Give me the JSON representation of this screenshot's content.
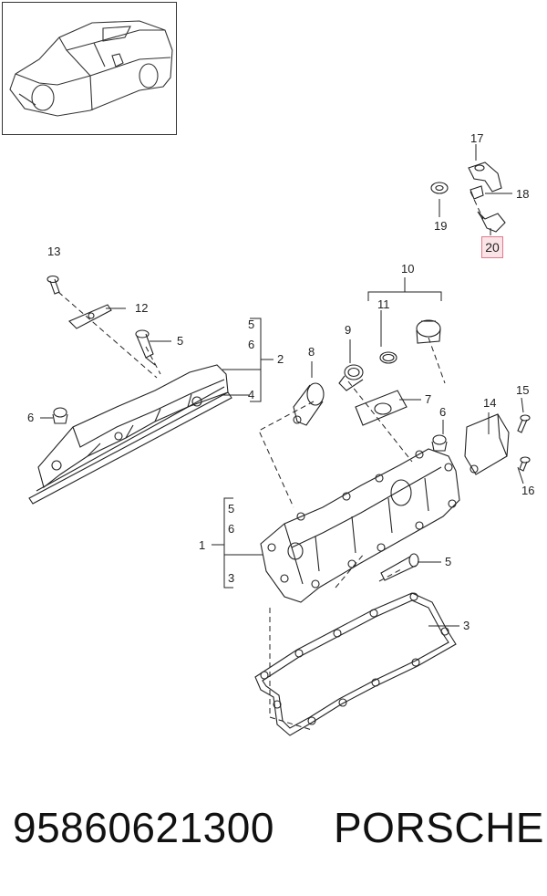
{
  "callouts": {
    "c1": "1",
    "c2": "2",
    "c3a": "3",
    "c3b": "3",
    "c4": "4",
    "c5a": "5",
    "c5b": "5",
    "c5c": "5",
    "c5d": "5",
    "c6a": "6",
    "c6b": "6",
    "c6c": "6",
    "c6d": "6",
    "c7": "7",
    "c8": "8",
    "c9": "9",
    "c10": "10",
    "c11": "11",
    "c12": "12",
    "c13": "13",
    "c14": "14",
    "c15": "15",
    "c16": "16",
    "c17": "17",
    "c18": "18",
    "c19": "19",
    "c20": "20"
  },
  "highlight": {
    "label": "20",
    "color": "#fbe4e8",
    "border": "#e07a8a"
  },
  "footer": {
    "part_number": "95860621300",
    "brand": "PORSCHE"
  }
}
